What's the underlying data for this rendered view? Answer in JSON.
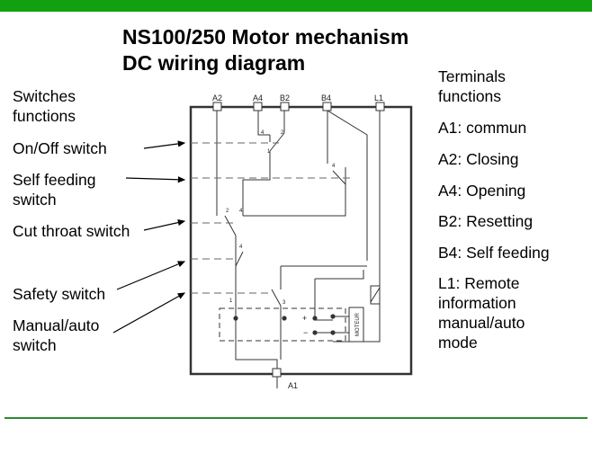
{
  "slide": {
    "title_line1": "NS100/250 Motor mechanism",
    "title_line2": "DC wiring diagram",
    "colors": {
      "top_bar": "#12a012",
      "bottom_line": "#2e8b2e"
    }
  },
  "switches": {
    "heading_line1": "Switches",
    "heading_line2": "functions",
    "on_off": "On/Off switch",
    "self_feeding_line1": "Self feeding",
    "self_feeding_line2": "switch",
    "cut_throat": "Cut throat switch",
    "safety": "Safety switch",
    "manual_auto_line1": "Manual/auto",
    "manual_auto_line2": "switch"
  },
  "terminals": {
    "heading_line1": "Terminals",
    "heading_line2": "functions",
    "a1": "A1: commun",
    "a2": "A2: Closing",
    "a4": "A4: Opening",
    "b2": "B2: Resetting",
    "b4": "B4: Self feeding",
    "l1_line1": "L1: Remote",
    "l1_line2": "information",
    "l1_line3": "manual/auto",
    "l1_line4": "mode"
  },
  "diagram": {
    "labels": {
      "a2": "A2",
      "a4": "A4",
      "b2": "B2",
      "b4": "B4",
      "l1": "L1",
      "a1": "A1",
      "motor": "MOTEUR",
      "plus": "+",
      "minus": "−"
    },
    "contact_numbers": {
      "n1": "1",
      "n2": "2",
      "n3": "3",
      "n4": "4"
    }
  }
}
